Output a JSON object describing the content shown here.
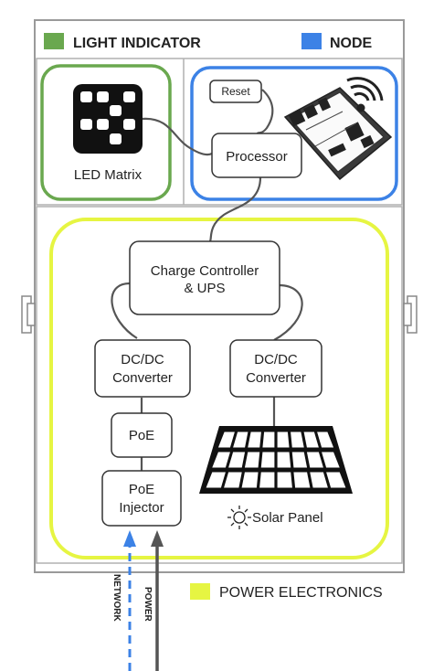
{
  "legend": {
    "light_indicator": {
      "label": "LIGHT INDICATOR",
      "color": "#6aa84f"
    },
    "node": {
      "label": "NODE",
      "color": "#3c82e6"
    },
    "power_electronics": {
      "label": "POWER ELECTRONICS",
      "color": "#e6f542"
    }
  },
  "blocks": {
    "led_matrix": "LED Matrix",
    "reset": "Reset",
    "processor": "Processor",
    "charge_controller_line1": "Charge Controller",
    "charge_controller_line2": "& UPS",
    "dcdc_left_line1": "DC/DC",
    "dcdc_left_line2": "Converter",
    "dcdc_right_line1": "DC/DC",
    "dcdc_right_line2": "Converter",
    "poe": "PoE",
    "poe_injector_line1": "PoE",
    "poe_injector_line2": "Injector",
    "solar_panel": "Solar Panel"
  },
  "cables": {
    "network": "NETWORK",
    "power": "POWER",
    "network_color": "#3c82e6",
    "power_color": "#555555"
  }
}
